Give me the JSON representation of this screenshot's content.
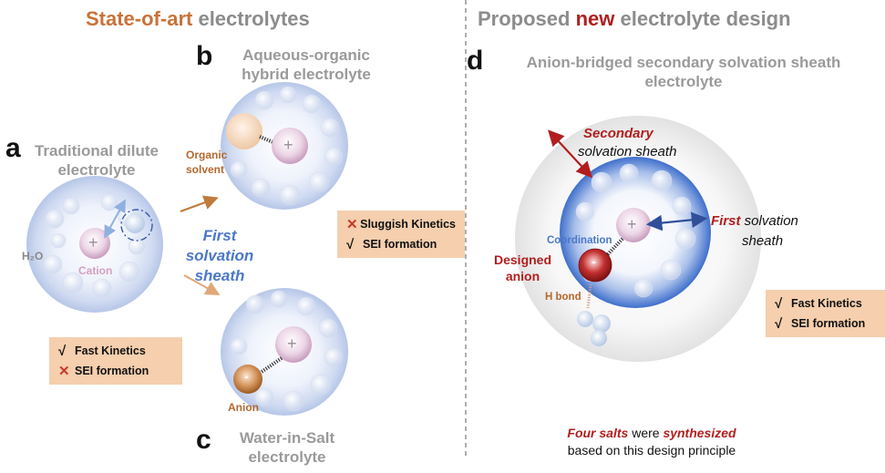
{
  "header_left": {
    "part1": "State-of-art",
    "part2": " electrolytes"
  },
  "header_right": {
    "part1": "Proposed ",
    "part2": "new",
    "part3": " electrolyte design"
  },
  "panel_a": {
    "letter": "a",
    "title_line1": "Traditional dilute",
    "title_line2": "electrolyte",
    "h2o_label": "H₂O",
    "cation_label": "Cation",
    "first_solvation_line1": "First solvation",
    "first_solvation_line2": "sheath",
    "properties": [
      {
        "mark": "check",
        "symbol": "√",
        "text": "Fast Kinetics"
      },
      {
        "mark": "cross",
        "symbol": "✕",
        "text": "SEI formation"
      }
    ]
  },
  "panel_b": {
    "letter": "b",
    "title_line1": "Aqueous-organic",
    "title_line2": "hybrid electrolyte",
    "solvent_line1": "Organic",
    "solvent_line2": "solvent",
    "properties": [
      {
        "mark": "cross",
        "symbol": "✕",
        "text": "Sluggish Kinetics"
      },
      {
        "mark": "check",
        "symbol": "√",
        "text": "SEI formation"
      }
    ]
  },
  "panel_c": {
    "letter": "c",
    "title_line1": "Water-in-Salt",
    "title_line2": "electrolyte",
    "anion_label": "Anion"
  },
  "panel_d": {
    "letter": "d",
    "title_line1": "Anion-bridged secondary solvation sheath",
    "title_line2": "electrolyte",
    "secondary_word": "Secondary",
    "secondary_rest": "solvation sheath",
    "first_word": "First",
    "first_rest": " solvation",
    "first_line2": "sheath",
    "coordination_label": "Coordination",
    "designed_line1": "Designed",
    "designed_line2": "anion",
    "hbond_label": "H bond",
    "properties": [
      {
        "mark": "check",
        "symbol": "√",
        "text": "Fast Kinetics"
      },
      {
        "mark": "check",
        "symbol": "√",
        "text": "SEI formation"
      }
    ],
    "footer_part1": "Four salts",
    "footer_part2": " were ",
    "footer_part3": "synthesized",
    "footer_line2": "based on this design principle"
  },
  "ion_symbols": {
    "cation": "+",
    "anion": "-"
  },
  "colors": {
    "orange_header": "#c8733a",
    "gray_header": "#8c8c8c",
    "accent_red": "#b21e1e",
    "solvation_blue": "#4a78c8",
    "organic_brown": "#b5682e",
    "box_fill": "#f5cfae",
    "inner_sheath_blue": "#3f6fcc"
  }
}
